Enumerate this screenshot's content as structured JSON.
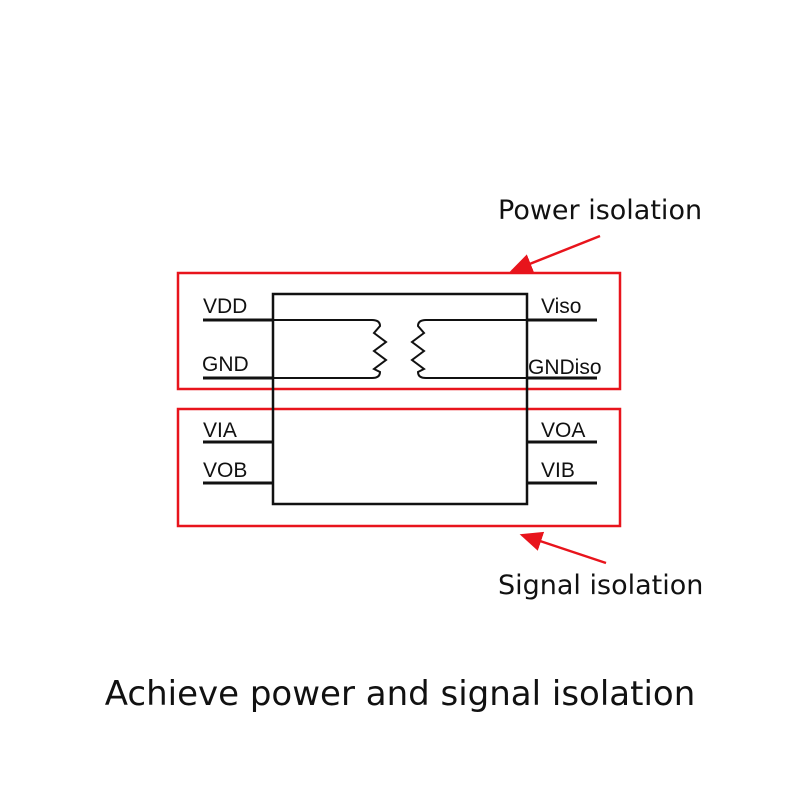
{
  "labels": {
    "power_isolation": "Power isolation",
    "signal_isolation": "Signal isolation",
    "caption": "Achieve power and signal isolation"
  },
  "pins": {
    "left": [
      "VDD",
      "GND",
      "VIA",
      "VOB"
    ],
    "right": [
      "Viso",
      "GNDiso",
      "VOA",
      "VIB"
    ]
  },
  "colors": {
    "highlight": "#e8141c",
    "line": "#111111"
  }
}
